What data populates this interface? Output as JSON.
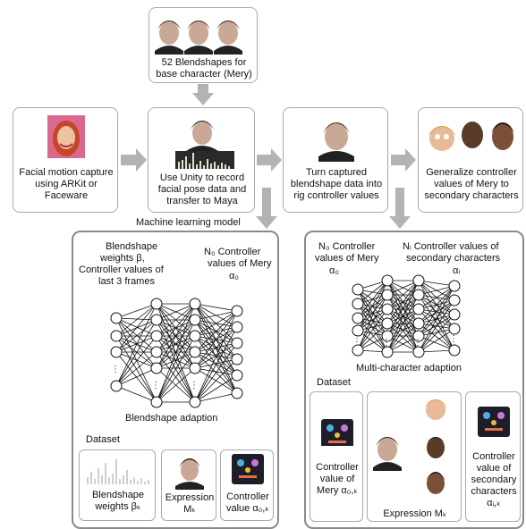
{
  "top_box": {
    "text": "52 Blendshapes for base character (Mery)"
  },
  "capture": {
    "text": "Facial motion capture using ARKit or Faceware"
  },
  "unity": {
    "text": "Use Unity to record facial pose data and transfer to Maya"
  },
  "turn": {
    "text": "Turn captured blendshape data into rig controller values"
  },
  "generalize": {
    "text": "Generalize controller values of Mery to secondary characters"
  },
  "ml_label": "Machine learning model",
  "left_panel": {
    "input_label_1": "Blendshape",
    "input_label_2": "weights β,",
    "input_label_3": "Controller values of",
    "input_label_4": "last 3 frames",
    "output_label_1": "N₀ Controller",
    "output_label_2": "values of Mery",
    "output_label_3": "α₀",
    "caption": "Blendshape adaption",
    "dataset": "Dataset",
    "item1": "Blendshape weights βₖ",
    "item2": "Expression Mₖ",
    "item3": "Controller value α₀,ₖ"
  },
  "right_panel": {
    "input_label_1": "N₀ Controller",
    "input_label_2": "values of Mery",
    "input_label_3": "α₀",
    "output_label_1": "Nᵢ Controller values of",
    "output_label_2": "secondary characters",
    "output_label_3": "αᵢ",
    "caption": "Multi-character adaption",
    "dataset": "Dataset",
    "item1_1": "Controller",
    "item1_2": "value of",
    "item1_3": "Mery α₀,ₖ",
    "item2": "Expression Mₖ",
    "item3_1": "Controller",
    "item3_2": "value of",
    "item3_3": "secondary",
    "item3_4": "characters",
    "item3_5": "αᵢ,ₖ"
  },
  "colors": {
    "arrow": "#b3b3b3",
    "border": "#8a8a8a",
    "skin": "#b89a86",
    "hair": "#3a2418",
    "red_hair": "#c8452a"
  }
}
